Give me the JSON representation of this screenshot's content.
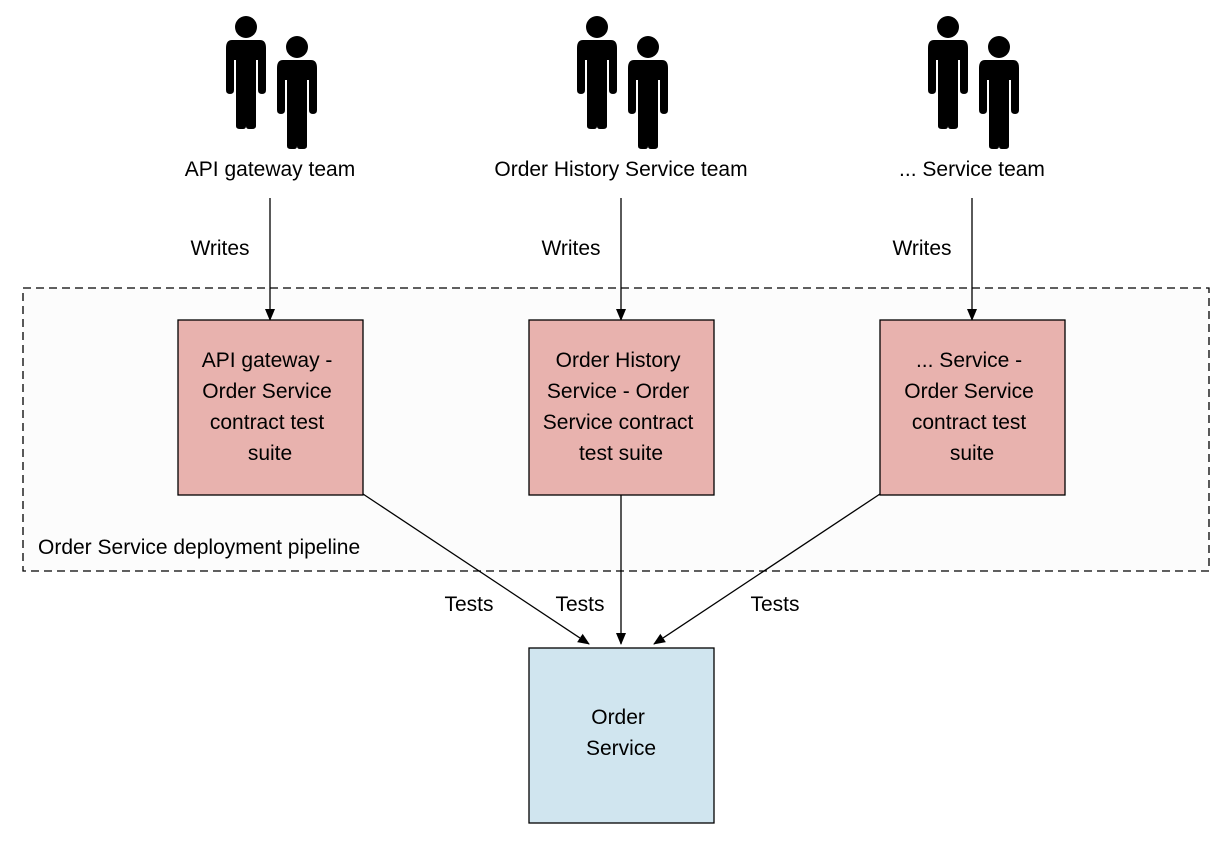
{
  "colors": {
    "suite_fill": "#e8b2ae",
    "service_fill": "#d0e5ef",
    "stroke": "#000000",
    "pipeline_bg": "#fcfcfc"
  },
  "teams": [
    {
      "label": "API gateway team",
      "icon": "team-icon"
    },
    {
      "label": "Order History Service team",
      "icon": "team-icon"
    },
    {
      "label": "... Service team",
      "icon": "team-icon"
    }
  ],
  "writes_labels": [
    "Writes",
    "Writes",
    "Writes"
  ],
  "suites": [
    {
      "lines": [
        "API gateway -",
        "Order Service",
        "contract test",
        "suite"
      ]
    },
    {
      "lines": [
        "Order History",
        "Service - Order",
        "Service contract",
        "test suite"
      ]
    },
    {
      "lines": [
        "... Service -",
        "Order Service",
        "contract test",
        "suite"
      ]
    }
  ],
  "pipeline": {
    "label": "Order Service deployment pipeline"
  },
  "tests_labels": [
    "Tests",
    "Tests",
    "Tests"
  ],
  "service": {
    "lines": [
      "Order",
      "Service"
    ]
  }
}
